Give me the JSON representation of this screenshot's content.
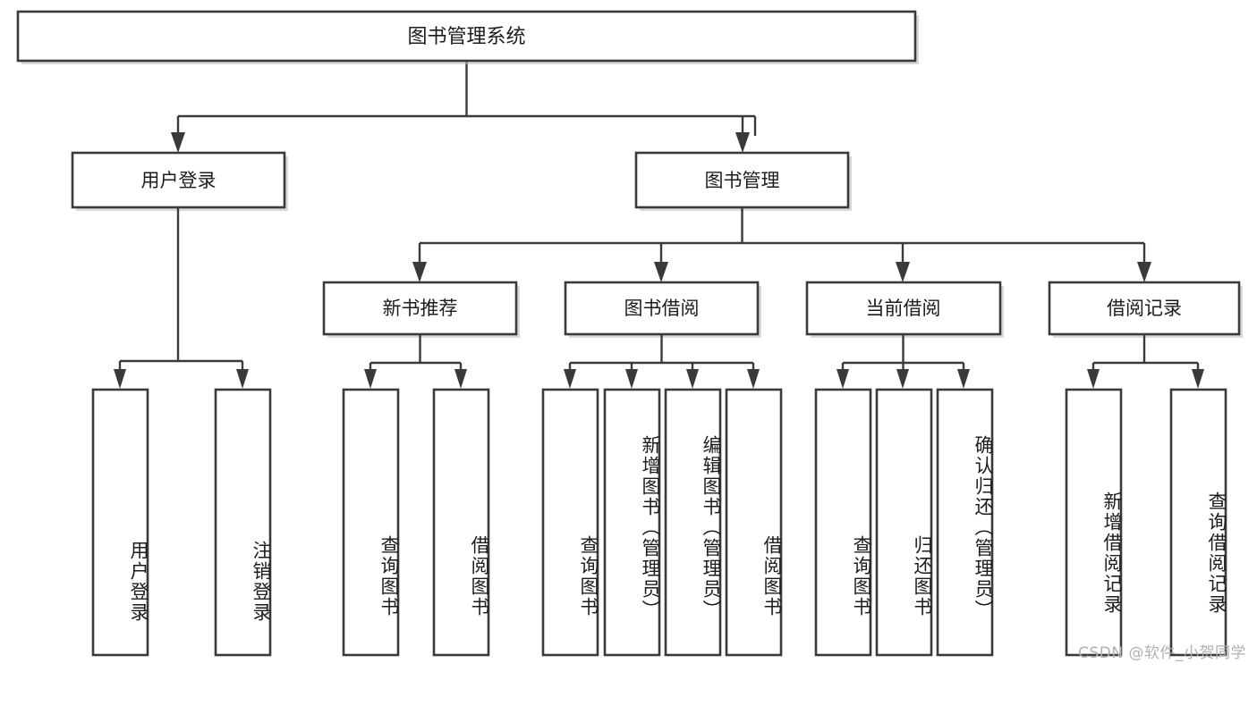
{
  "diagram": {
    "type": "tree",
    "title": "图书管理系统",
    "watermark": "CSDN @软件_小贺同学",
    "colors": {
      "box_fill": "#ffffff",
      "box_stroke": "#3a3a3a",
      "text": "#1c1c1c",
      "background": "#ffffff",
      "watermark": "#b0b0b0"
    },
    "root": {
      "label": "图书管理系统"
    },
    "level2": [
      {
        "label": "用户登录"
      },
      {
        "label": "图书管理"
      }
    ],
    "level3": [
      {
        "label": "新书推荐"
      },
      {
        "label": "图书借阅"
      },
      {
        "label": "当前借阅"
      },
      {
        "label": "借阅记录"
      }
    ],
    "leaves": {
      "user_login": [
        {
          "label": "用户登录"
        },
        {
          "label": "注销登录"
        }
      ],
      "new_book_recommend": [
        {
          "label": "查询图书"
        },
        {
          "label": "借阅图书"
        }
      ],
      "book_borrow": [
        {
          "label": "查询图书"
        },
        {
          "label": "新增图书（管理员）"
        },
        {
          "label": "编辑图书（管理员）"
        },
        {
          "label": "借阅图书"
        }
      ],
      "current_borrow": [
        {
          "label": "查询图书"
        },
        {
          "label": "归还图书"
        },
        {
          "label": "确认归还（管理员）"
        }
      ],
      "borrow_record": [
        {
          "label": "新增借阅记录"
        },
        {
          "label": "查询借阅记录"
        }
      ]
    }
  }
}
